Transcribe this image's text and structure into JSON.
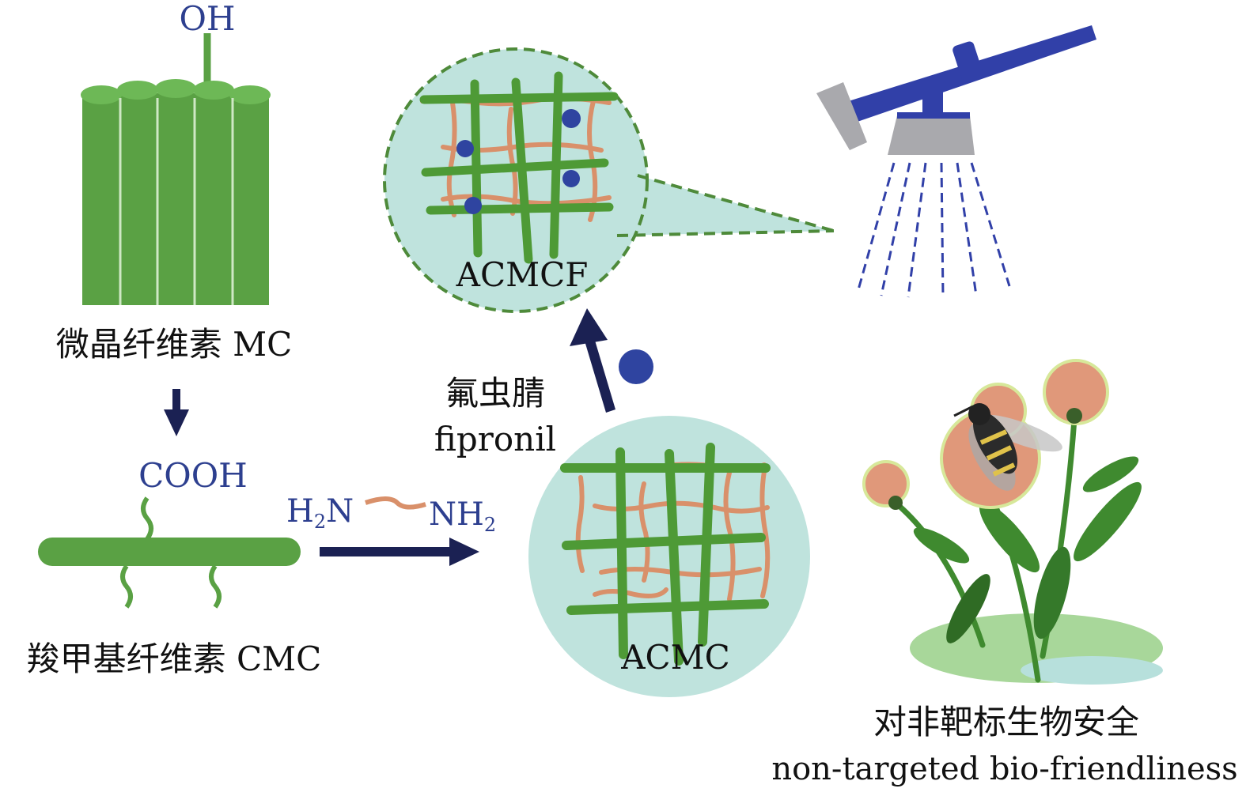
{
  "labels": {
    "oh": "OH",
    "mc": "微晶纤维素 MC",
    "cooh": "COOH",
    "cmc": "羧甲基纤维素 CMC",
    "h2n_main": "H",
    "h2n_sub": "2",
    "h2n_tail": "N",
    "nh2_main": "NH",
    "nh2_sub": "2",
    "fipronil_cn": "氟虫腈",
    "fipronil_en": "fipronil",
    "acmcf": "ACMCF",
    "acmc": "ACMC",
    "safety_cn": "对非靶标生物安全",
    "safety_en": "non-targeted bio-friendliness"
  },
  "colors": {
    "cellulose_green": "#5aa144",
    "cellulose_dark": "#3f8a2f",
    "label_blue": "#2d3f8f",
    "arrow_navy": "#1b2153",
    "bubble_fill": "#bfe3dd",
    "mesh_green": "#4e9a36",
    "mesh_orange": "#d9906a",
    "drug_blue": "#2f44a0",
    "sprinkler_blue": "#3140a8",
    "sprinkler_gray": "#a9a9ad",
    "petal": "#e0987a",
    "leaf": "#3f8a2f",
    "ground": "#a8d79a",
    "text_black": "#111111"
  }
}
